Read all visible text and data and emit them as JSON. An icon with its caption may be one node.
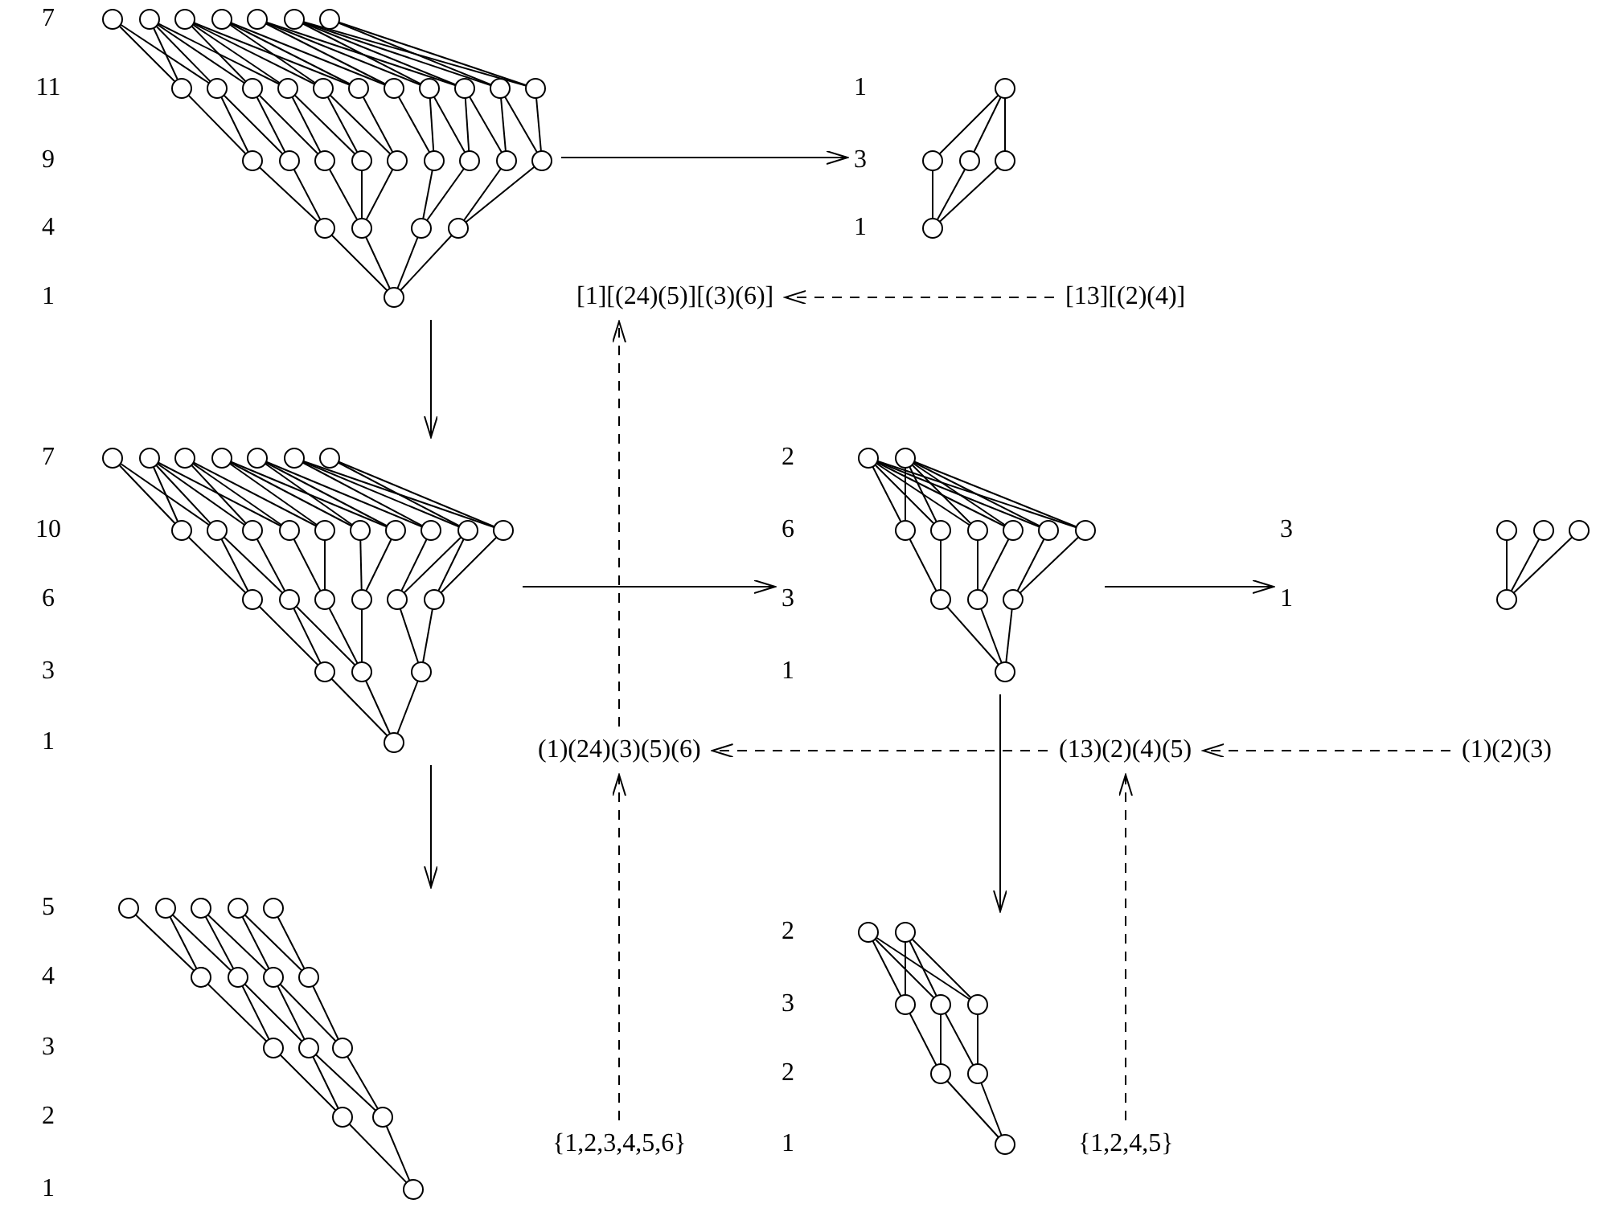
{
  "diagram": {
    "nodes": [
      {
        "text": [],
        "shape": "picture",
        "beside": [
          "7",
          "11",
          "9",
          "4",
          "1"
        ]
      },
      {
        "text": [],
        "shape": "picture",
        "beside": [
          "1",
          "3",
          "1"
        ]
      },
      {
        "text": [
          "[1][(24)(5)][(3)(6)]"
        ]
      },
      {
        "text": [
          "[13][(2)(4)]"
        ]
      },
      {
        "text": [],
        "shape": "picture",
        "beside": [
          "7",
          "10",
          "6",
          "3",
          "1"
        ]
      },
      {
        "text": [],
        "shape": "picture",
        "beside": [
          "2",
          "6",
          "3",
          "1"
        ]
      },
      {
        "text": [],
        "shape": "picture",
        "beside": [
          "3",
          "1"
        ]
      },
      {
        "text": [
          "(1)(24)(3)(5)(6)"
        ]
      },
      {
        "text": [
          "(13)(2)(4)(5)"
        ]
      },
      {
        "text": [
          "(1)(2)(3)"
        ]
      },
      {
        "text": [],
        "shape": "picture",
        "beside": [
          "5",
          "4",
          "3",
          "2",
          "1"
        ]
      },
      {
        "text": [],
        "shape": "picture",
        "beside": [
          "2",
          "3",
          "2",
          "1"
        ]
      },
      {
        "text": [
          "{1,2,3,4,5,6}"
        ]
      },
      {
        "text": [
          "{1,2,4,5}"
        ]
      }
    ],
    "edges": [
      {
        "from": 0,
        "to": 1,
        "arrow": "to"
      },
      {
        "from": 3,
        "to": 2,
        "arrow": "to",
        "style": "dashed"
      },
      {
        "from": 0,
        "to": 4,
        "arrow": "to"
      },
      {
        "from": 7,
        "to": 2,
        "arrow": "to",
        "style": "dashed"
      },
      {
        "from": 4,
        "to": 5,
        "arrow": "to"
      },
      {
        "from": 5,
        "to": 6,
        "arrow": "to"
      },
      {
        "from": 8,
        "to": 7,
        "arrow": "to",
        "style": "dashed"
      },
      {
        "from": 9,
        "to": 8,
        "arrow": "to",
        "style": "dashed"
      },
      {
        "from": 4,
        "to": 10,
        "arrow": "to"
      },
      {
        "from": 5,
        "to": 11,
        "arrow": "to"
      },
      {
        "from": 12,
        "to": 7,
        "arrow": "to",
        "style": "dashed"
      },
      {
        "from": 13,
        "to": 8,
        "arrow": "to",
        "style": "dashed"
      }
    ]
  }
}
